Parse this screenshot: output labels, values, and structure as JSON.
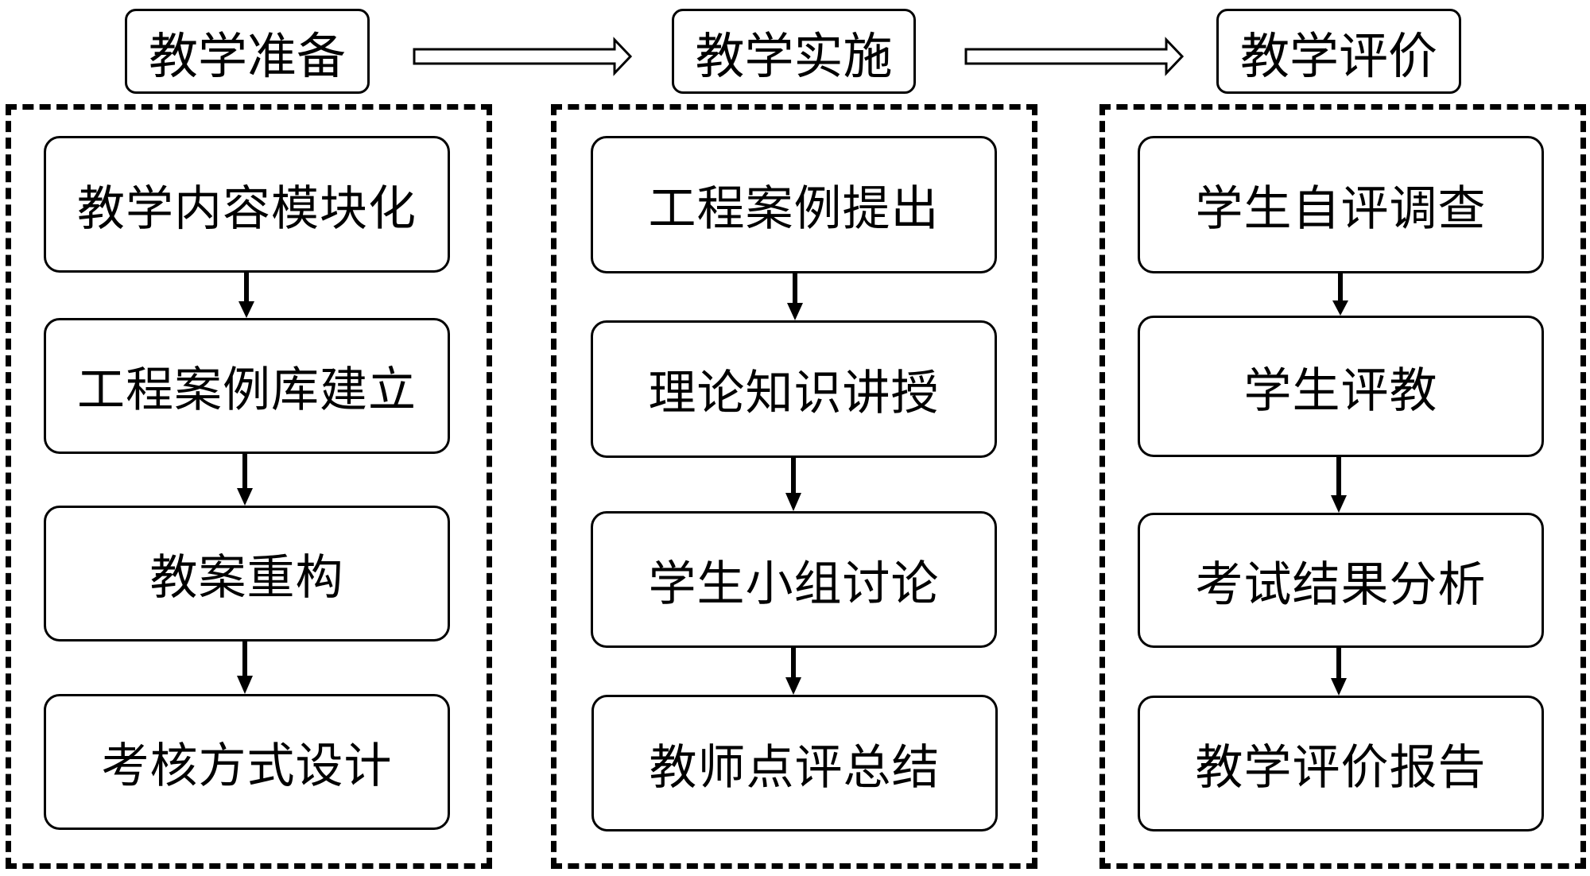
{
  "phases": [
    {
      "title": "教学准备",
      "steps": [
        "教学内容模块化",
        "工程案例库建立",
        "教案重构",
        "考核方式设计"
      ]
    },
    {
      "title": "教学实施",
      "steps": [
        "工程案例提出",
        "理论知识讲授",
        "学生小组讨论",
        "教师点评总结"
      ]
    },
    {
      "title": "教学评价",
      "steps": [
        "学生自评调查",
        "学生评教",
        "考试结果分析",
        "教学评价报告"
      ]
    }
  ],
  "colors": {
    "stroke": "#000000",
    "background": "#ffffff"
  }
}
